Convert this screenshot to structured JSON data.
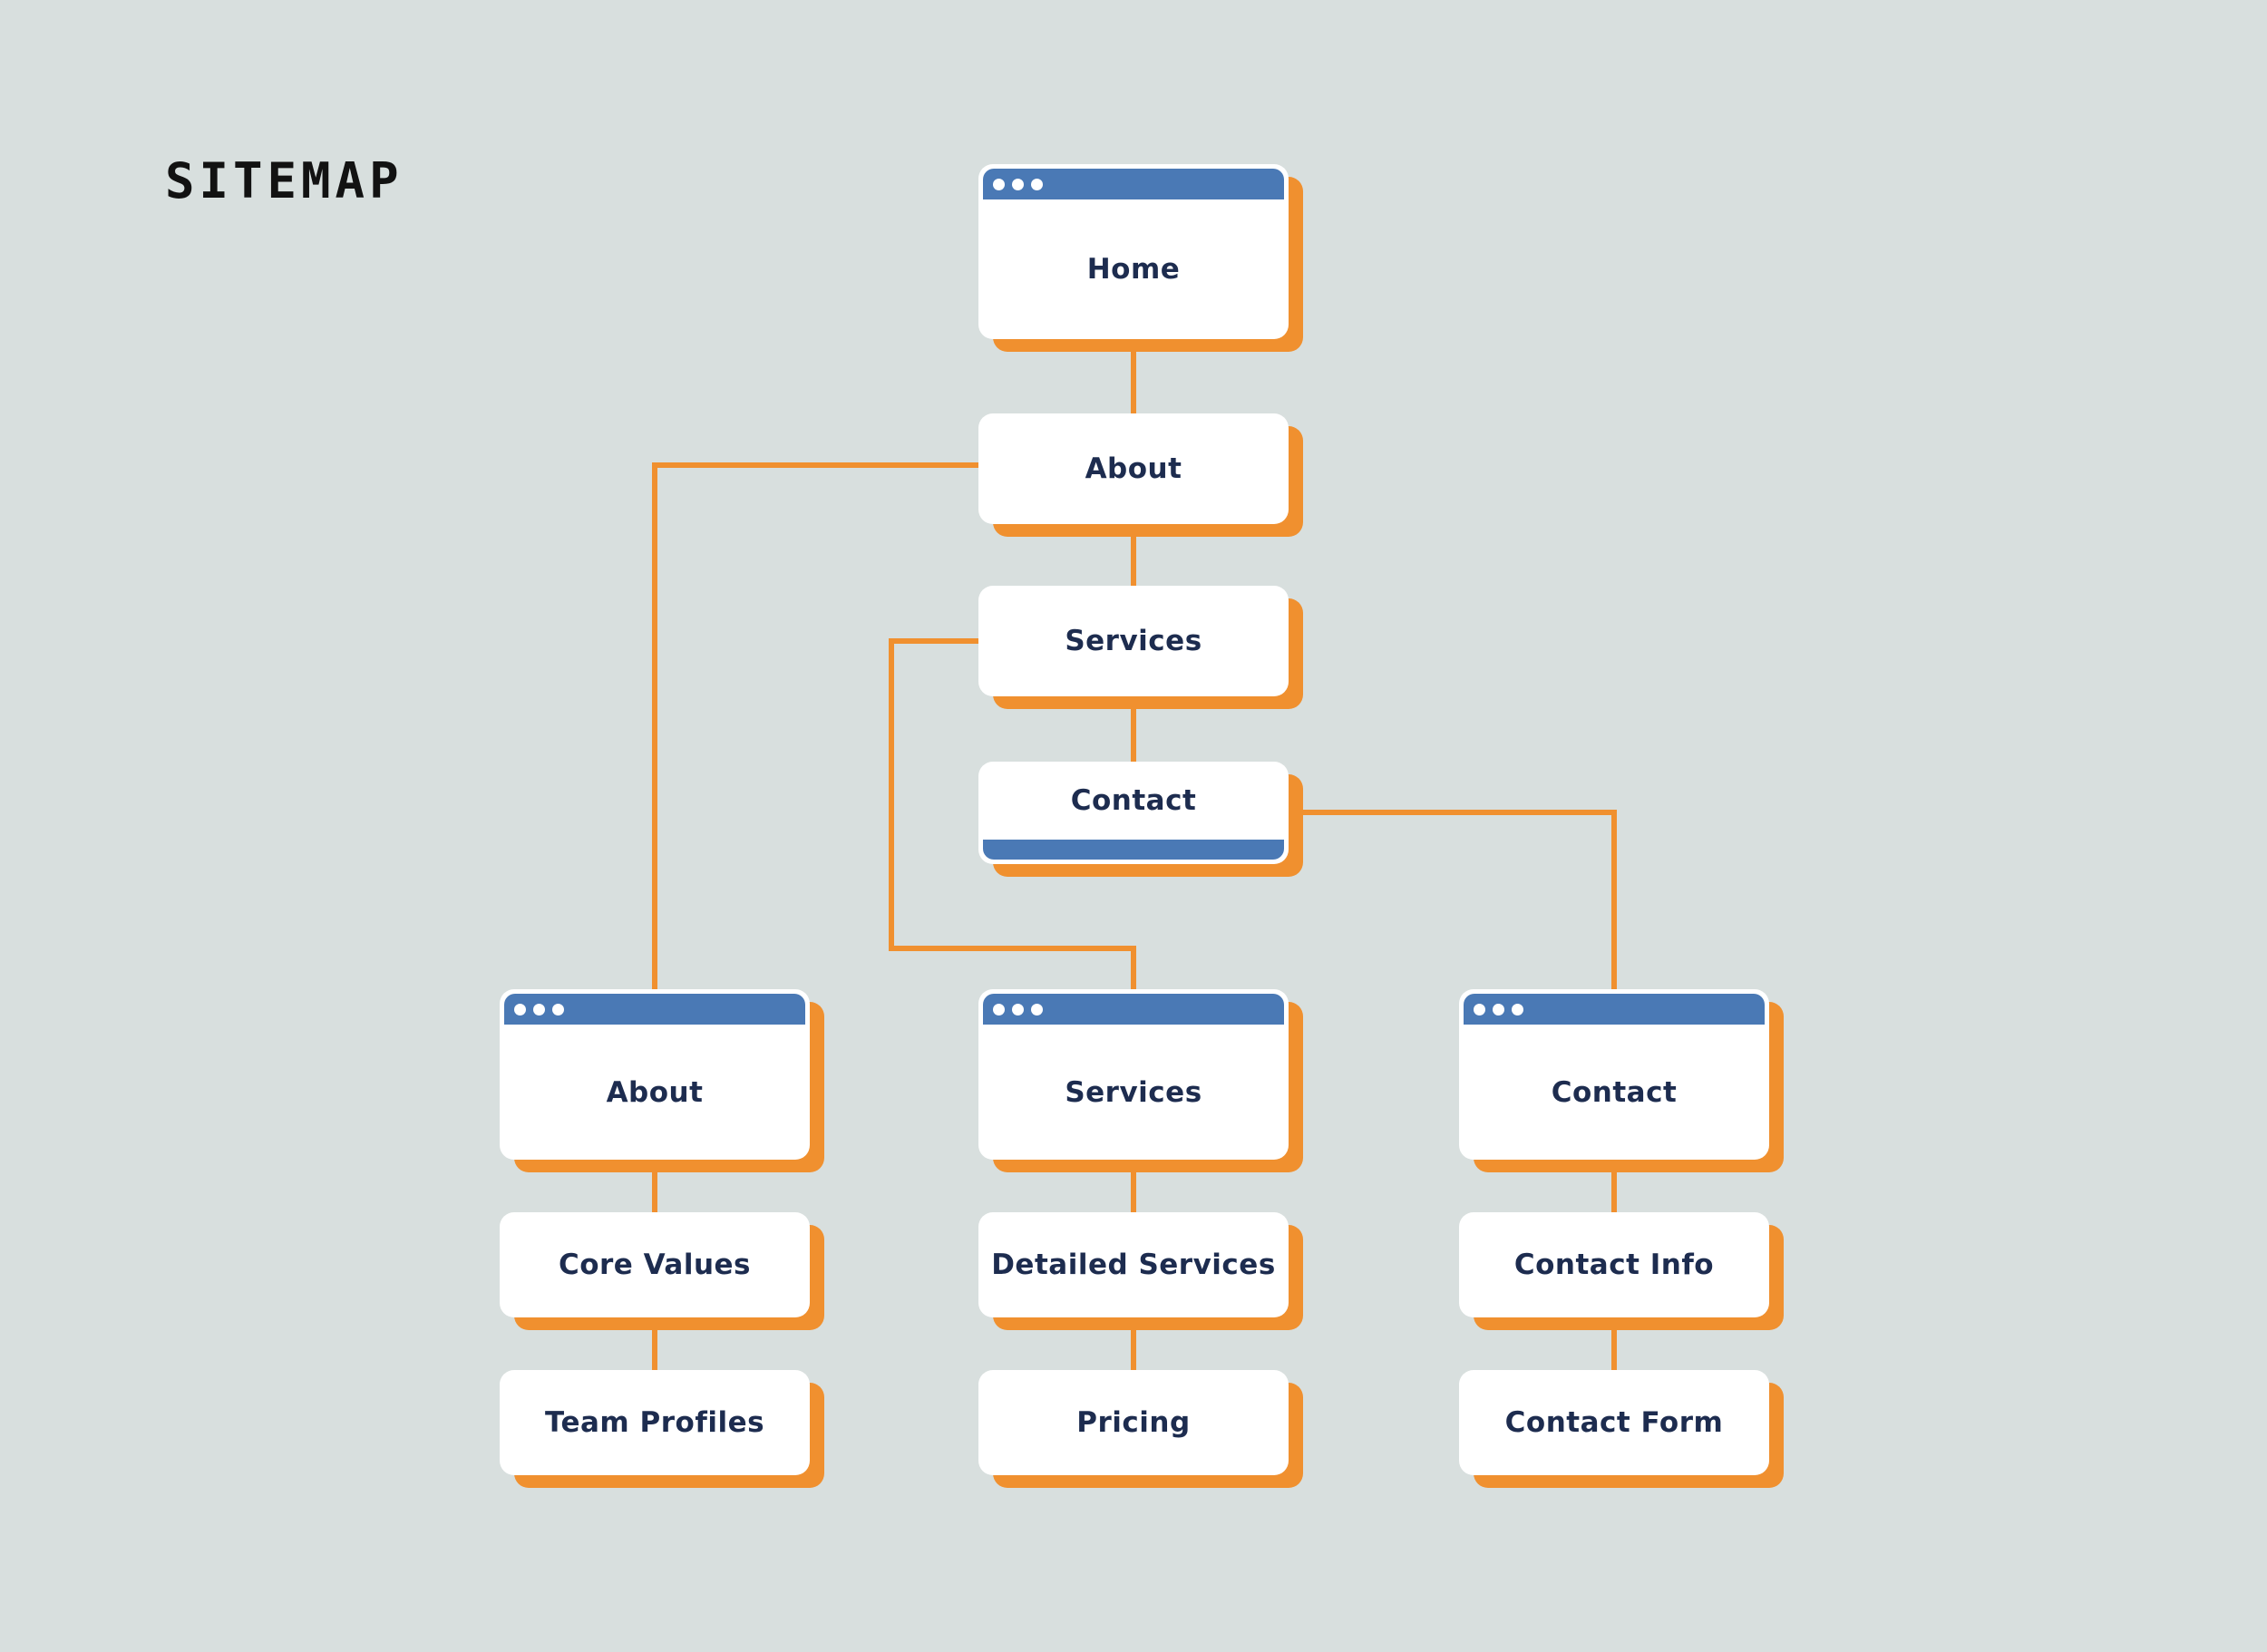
{
  "title": "SITEMAP",
  "colors": {
    "bg": "#d8dfde",
    "blue": "#4a79b5",
    "orange": "#f0902f",
    "navy": "#1d2c4f",
    "ink": "#121212",
    "card": "#ffffff"
  },
  "main_flow": [
    {
      "label": "Home",
      "style": "window-top-bar"
    },
    {
      "label": "About",
      "style": "plain"
    },
    {
      "label": "Services",
      "style": "plain"
    },
    {
      "label": "Contact",
      "style": "window-bottom-bar"
    }
  ],
  "branches": [
    {
      "header": "About",
      "children": [
        "Core Values",
        "Team Profiles"
      ]
    },
    {
      "header": "Services",
      "children": [
        "Detailed Services",
        "Pricing"
      ]
    },
    {
      "header": "Contact",
      "children": [
        "Contact Info",
        "Contact Form"
      ]
    }
  ]
}
